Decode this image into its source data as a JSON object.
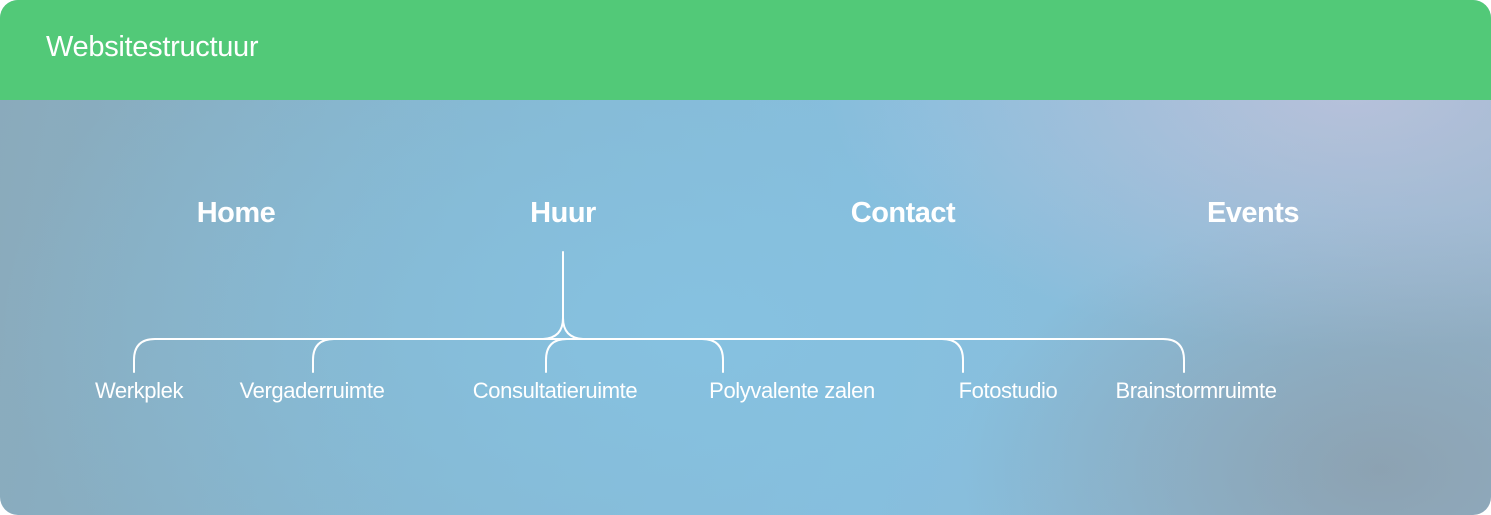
{
  "header": {
    "title": "Websitestructuur"
  },
  "nav": {
    "items": [
      {
        "label": "Home"
      },
      {
        "label": "Huur"
      },
      {
        "label": "Contact"
      },
      {
        "label": "Events"
      }
    ]
  },
  "huur": {
    "children": [
      {
        "label": "Werkplek"
      },
      {
        "label": "Vergaderruimte"
      },
      {
        "label": "Consultatieruimte"
      },
      {
        "label": "Polyvalente zalen"
      },
      {
        "label": "Fotostudio"
      },
      {
        "label": "Brainstormruimte"
      }
    ]
  },
  "colors": {
    "header": "#52c978",
    "text": "#ffffff",
    "line": "#ffffff"
  }
}
